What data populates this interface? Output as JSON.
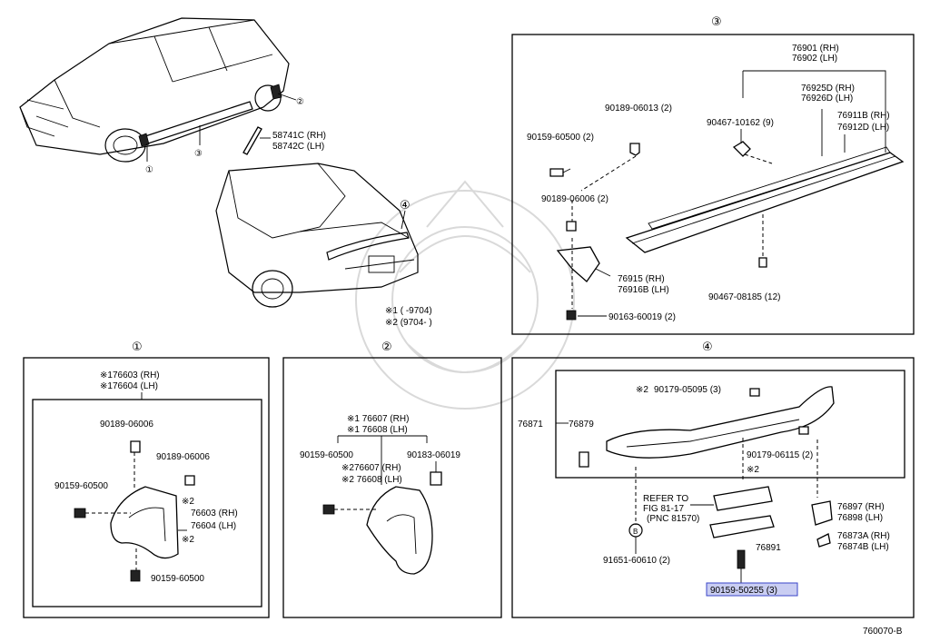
{
  "sections": {
    "s1": "①",
    "s2": "②",
    "s3": "③",
    "s4": "④"
  },
  "overview": {
    "m1": "①",
    "m2": "②",
    "m3": "③",
    "m4": "④",
    "p58741c": "58741C (RH)",
    "p58742c": "58742C (LH)",
    "note1": "※1 (      -9704)",
    "note2": "※2 (9704-      )"
  },
  "panel3": {
    "p76901": "76901 (RH)",
    "p76902": "76902 (LH)",
    "p76925d": "76925D (RH)",
    "p76926d": "76926D (LH)",
    "p76911b": "76911B (RH)",
    "p76912d": "76912D (LH)",
    "p90467_10162": "90467-10162 (9)",
    "p90189_06013": "90189-06013 (2)",
    "p90159_60500": "90159-60500 (2)",
    "p90189_06006": "90189-06006 (2)",
    "p76915": "76915  (RH)",
    "p76916b": "76916B (LH)",
    "p90467_08185": "90467-08185 (12)",
    "p90163_60019": "90163-60019 (2)"
  },
  "panel1": {
    "p176603": "※176603 (RH)",
    "p176604": "※176604 (LH)",
    "p90189_06006a": "90189-06006",
    "p90189_06006b": "90189-06006",
    "p90159_60500a": "90159-60500",
    "x2a": "※2",
    "p76603": "76603 (RH)",
    "p76604": "76604 (LH)",
    "x2b": "※2",
    "p90159_60500b": "90159-60500"
  },
  "panel2": {
    "p176607": "※1 76607 (RH)",
    "p176608": "※1 76608 (LH)",
    "p90159_60500": "90159-60500",
    "p90183_06019": "90183-06019",
    "p276607": "※276607 (RH)",
    "p276608": "※2 76608 (LH)"
  },
  "panel4": {
    "x2": "※2",
    "p90179_05095": "90179-05095 (3)",
    "p76871": "76871",
    "p76879": "76879",
    "p90179_06115": "90179-06115 (2)",
    "x2b": "※2",
    "ref1": "REFER TO",
    "ref2": "FIG 81-17",
    "ref3": "(PNC 81570)",
    "circleB": "B",
    "p91651": "91651-60610 (2)",
    "p76891": "76891",
    "p90159_50255": "90159-50255 (3)",
    "p76897": "76897 (RH)",
    "p76898": "76898 (LH)",
    "p76873a": "76873A (RH)",
    "p76874b": "76874B (LH)"
  },
  "diagram_id": "760070-B",
  "colors": {
    "highlight_fill": "#c9cdf2",
    "highlight_stroke": "#3a45c8"
  }
}
